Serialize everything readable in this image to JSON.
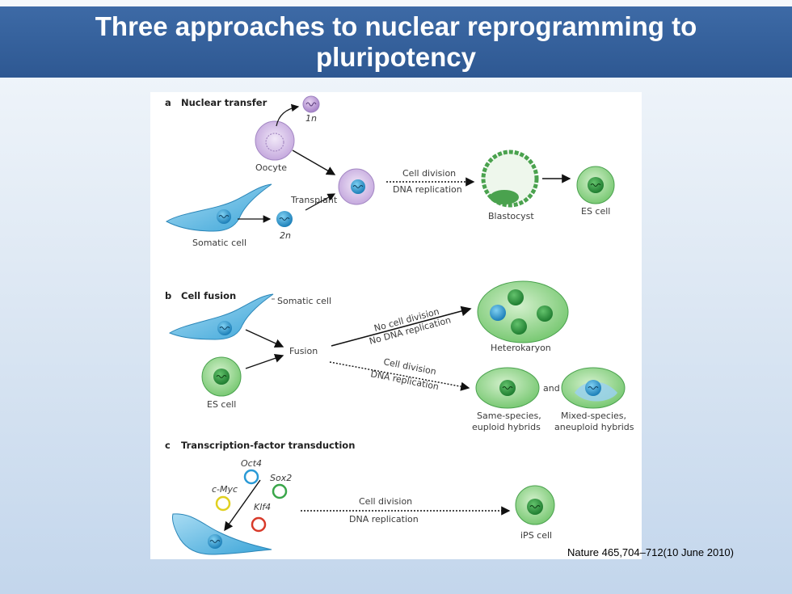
{
  "slide": {
    "title_line1": "Three approaches to nuclear reprogramming to",
    "title_line2": "pluripotency",
    "citation": "Nature 465,704–712(10 June 2010)"
  },
  "panel_a": {
    "letter": "a",
    "title": "Nuclear transfer",
    "oocyte": "Oocyte",
    "haploid": "1n",
    "transplant": "Transplant",
    "diploid": "2n",
    "somatic": "Somatic cell",
    "division": "Cell division",
    "replication": "DNA replication",
    "blastocyst": "Blastocyst",
    "es": "ES cell"
  },
  "panel_b": {
    "letter": "b",
    "title": "Cell fusion",
    "somatic": "Somatic cell",
    "fusion": "Fusion",
    "es": "ES cell",
    "no_division": "No cell division",
    "no_replication": "No DNA replication",
    "heterokaryon": "Heterokaryon",
    "division": "Cell division",
    "replication": "DNA replication",
    "and": "and",
    "same_species_1": "Same-species,",
    "same_species_2": "euploid hybrids",
    "mixed_species_1": "Mixed-species,",
    "mixed_species_2": "aneuploid hybrids"
  },
  "panel_c": {
    "letter": "c",
    "title": "Transcription-factor transduction",
    "oct4": "Oct4",
    "sox2": "Sox2",
    "cmyc": "c-Myc",
    "klf4": "Klf4",
    "division": "Cell division",
    "replication": "DNA replication",
    "ips": "iPS cell"
  },
  "colors": {
    "title_bar": "#2f5a94",
    "oocyte": "#d9c6ea",
    "somatic": "#62b9e3",
    "es_cell": "#8fd18a",
    "nucleus_green": "#2f9a3e",
    "nucleus_blue": "#2a8fc9",
    "oct4": "#2a9ad6",
    "sox2": "#3aa64a",
    "cmyc": "#e0d020",
    "klf4": "#d83a2a"
  }
}
